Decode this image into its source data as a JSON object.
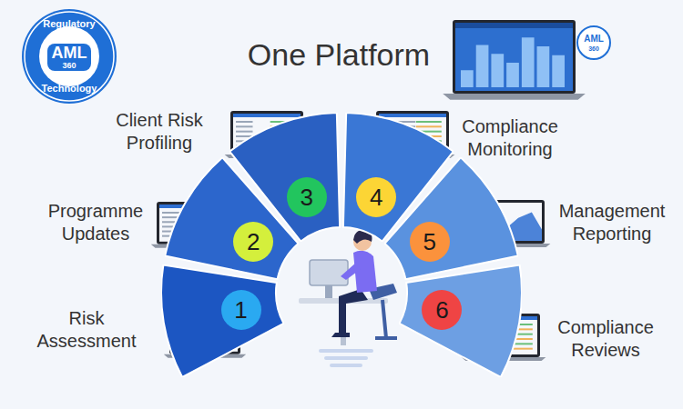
{
  "diagram": {
    "title": "One Platform",
    "nodes": [
      {
        "text": [
          "1"
        ]
      },
      {
        "text": [
          "2"
        ]
      },
      {
        "text": [
          "3"
        ]
      },
      {
        "text": [
          "4"
        ]
      },
      {
        "text": [
          "5"
        ]
      },
      {
        "text": [
          "6"
        ]
      }
    ],
    "labels": [
      "Regulatory",
      "AML",
      "360",
      "Technology",
      "AML",
      "360",
      "Client Risk Profiling",
      "Programme Updates",
      "Risk Assessment",
      "Compliance Monitoring",
      "Management Reporting",
      "Compliance Reviews"
    ]
  }
}
